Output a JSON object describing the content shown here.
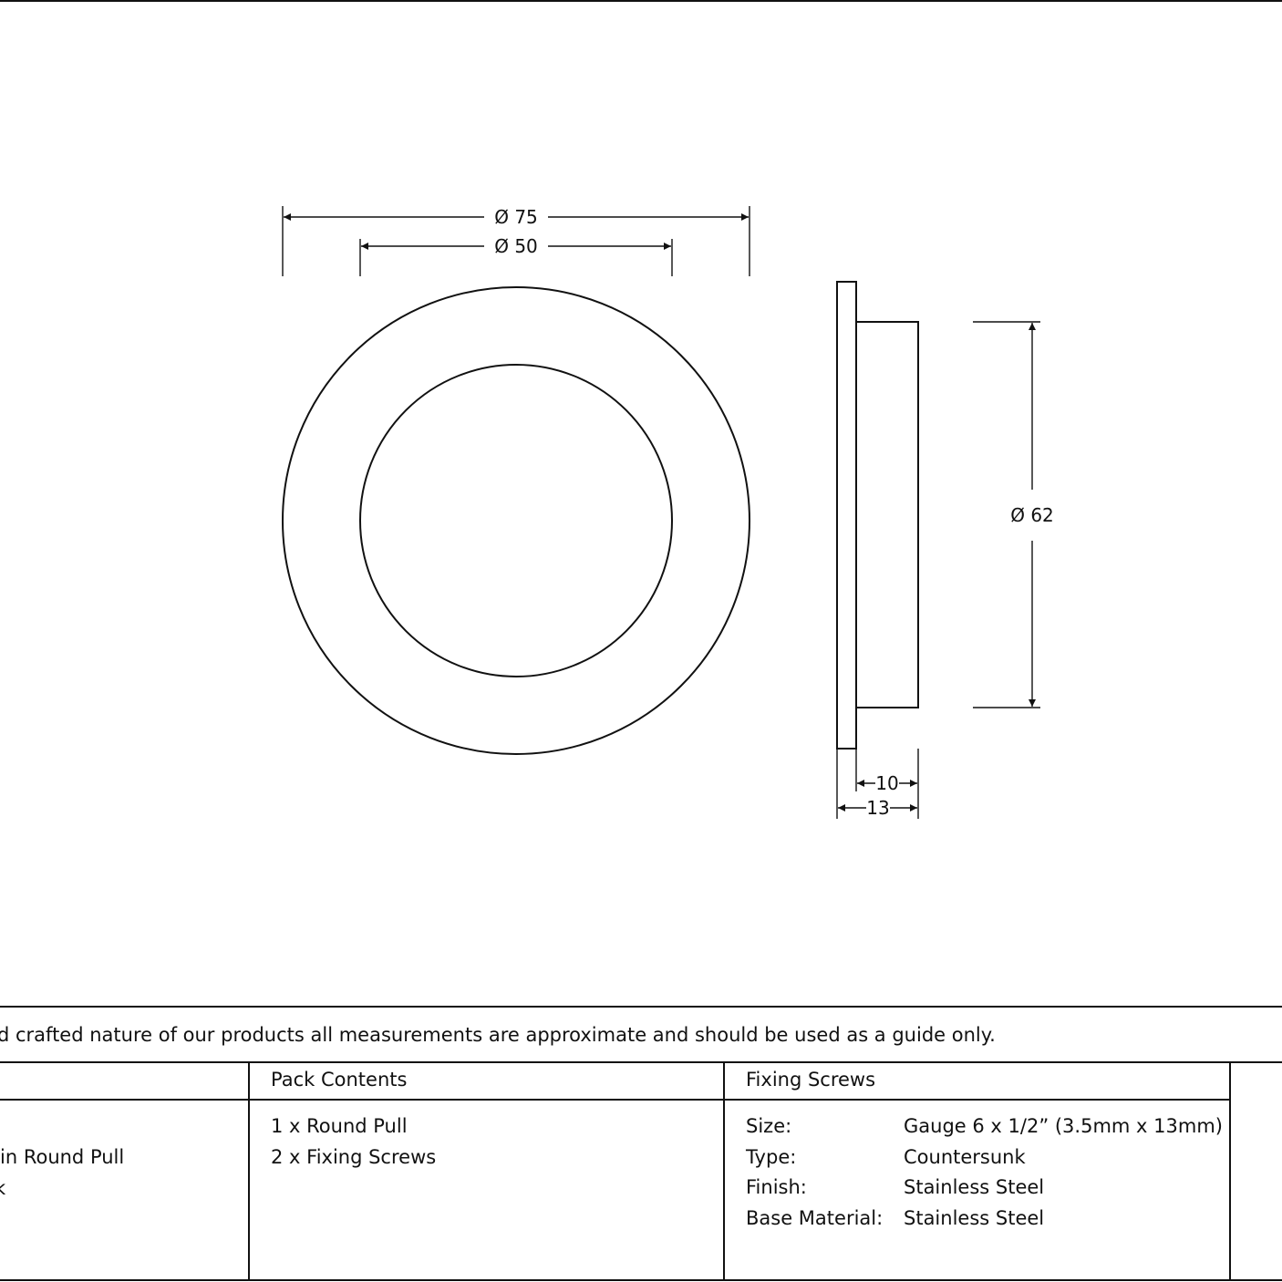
{
  "drawing": {
    "dims": {
      "outer_diameter": "Ø 75",
      "inner_diameter": "Ø 50",
      "back_diameter": "Ø 62",
      "depth_inner": "10",
      "depth_total": "13"
    }
  },
  "disclaimer": "d crafted nature of our products all measurements are approximate and should be used as a guide only.",
  "table": {
    "product_col": {
      "lines": [
        "in Round Pull",
        "k"
      ]
    },
    "pack_contents": {
      "header": "Pack Contents",
      "items": [
        "1 x Round Pull",
        "2 x Fixing Screws"
      ]
    },
    "fixing_screws": {
      "header": "Fixing Screws",
      "rows": [
        {
          "label": "Size:",
          "value": "Gauge 6 x 1/2” (3.5mm x 13mm)"
        },
        {
          "label": "Type:",
          "value": "Countersunk"
        },
        {
          "label": "Finish:",
          "value": "Stainless Steel"
        },
        {
          "label": "Base Material:",
          "value": "Stainless Steel"
        }
      ]
    }
  }
}
